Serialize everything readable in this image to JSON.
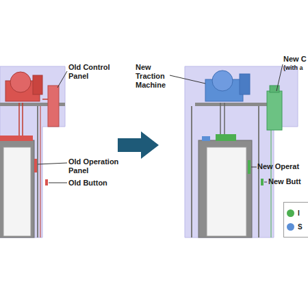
{
  "diagram": {
    "labels": [
      "Old Control Panel",
      "New Traction Machine",
      "New C",
      "(with a",
      "Old Operation Panel",
      "Old Button",
      "New Operat",
      "New Butt"
    ],
    "legend": [
      {
        "text": "I",
        "color": "#4caf50"
      },
      {
        "text": "S",
        "color": "#5b8fd6"
      }
    ]
  }
}
